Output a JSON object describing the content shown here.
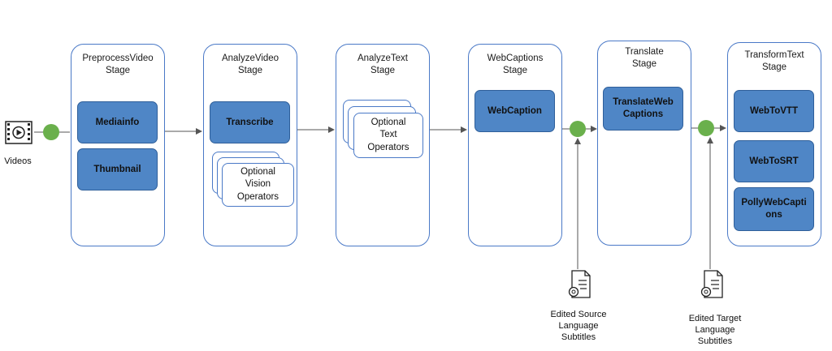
{
  "input": {
    "label": "Videos",
    "icon": "video-file-icon"
  },
  "stages": [
    {
      "title": "PreprocessVideo\nStage",
      "operators": [
        "Mediainfo",
        "Thumbnail"
      ]
    },
    {
      "title": "AnalyzeVideo\nStage",
      "operators": [
        "Transcribe"
      ],
      "optional": "Optional\nVision\nOperators"
    },
    {
      "title": "AnalyzeText\nStage",
      "optional": "Optional\nText\nOperators"
    },
    {
      "title": "WebCaptions\nStage",
      "operators": [
        "WebCaption"
      ]
    },
    {
      "title": "Translate\nStage",
      "operators": [
        "TranslateWeb\nCaptions"
      ]
    },
    {
      "title": "TransformText\nStage",
      "operators": [
        "WebToVTT",
        "WebToSRT",
        "PollyWebCapti\nons"
      ]
    }
  ],
  "edits": [
    {
      "label": "Edited Source\nLanguage\nSubtitles",
      "icon": "document-gear-icon"
    },
    {
      "label": "Edited Target\nLanguage\nSubtitles",
      "icon": "document-gear-icon"
    }
  ],
  "colors": {
    "stage_border": "#4a79c7",
    "operator_fill": "#4f86c6",
    "connector_dot": "#6ab04c"
  }
}
